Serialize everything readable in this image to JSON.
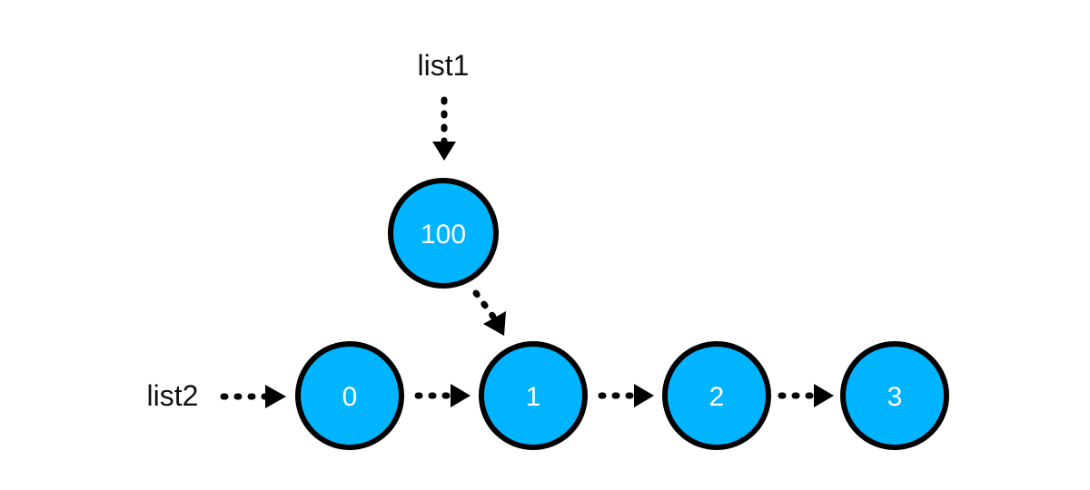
{
  "pointers": {
    "list1": "list1",
    "list2": "list2"
  },
  "nodes": {
    "n100": "100",
    "n0": "0",
    "n1": "1",
    "n2": "2",
    "n3": "3"
  },
  "colors": {
    "node_fill": "#00b4ff",
    "node_stroke": "#000000",
    "arrow": "#000000"
  }
}
